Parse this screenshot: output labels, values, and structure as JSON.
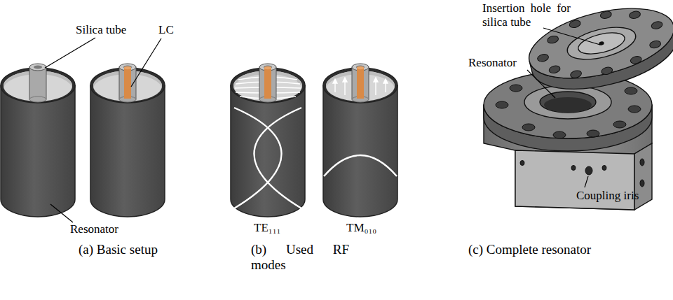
{
  "diagram": {
    "labels": [
      "Silica tube",
      "LC",
      "Resonator",
      "TE₁₁₁",
      "TM₀₁₀",
      "(a) Basic setup",
      "(b) Used RF modes",
      "(c) Complete resonator",
      "Insertion hole for silica tube",
      "Resonator",
      "Coupling iris"
    ]
  }
}
